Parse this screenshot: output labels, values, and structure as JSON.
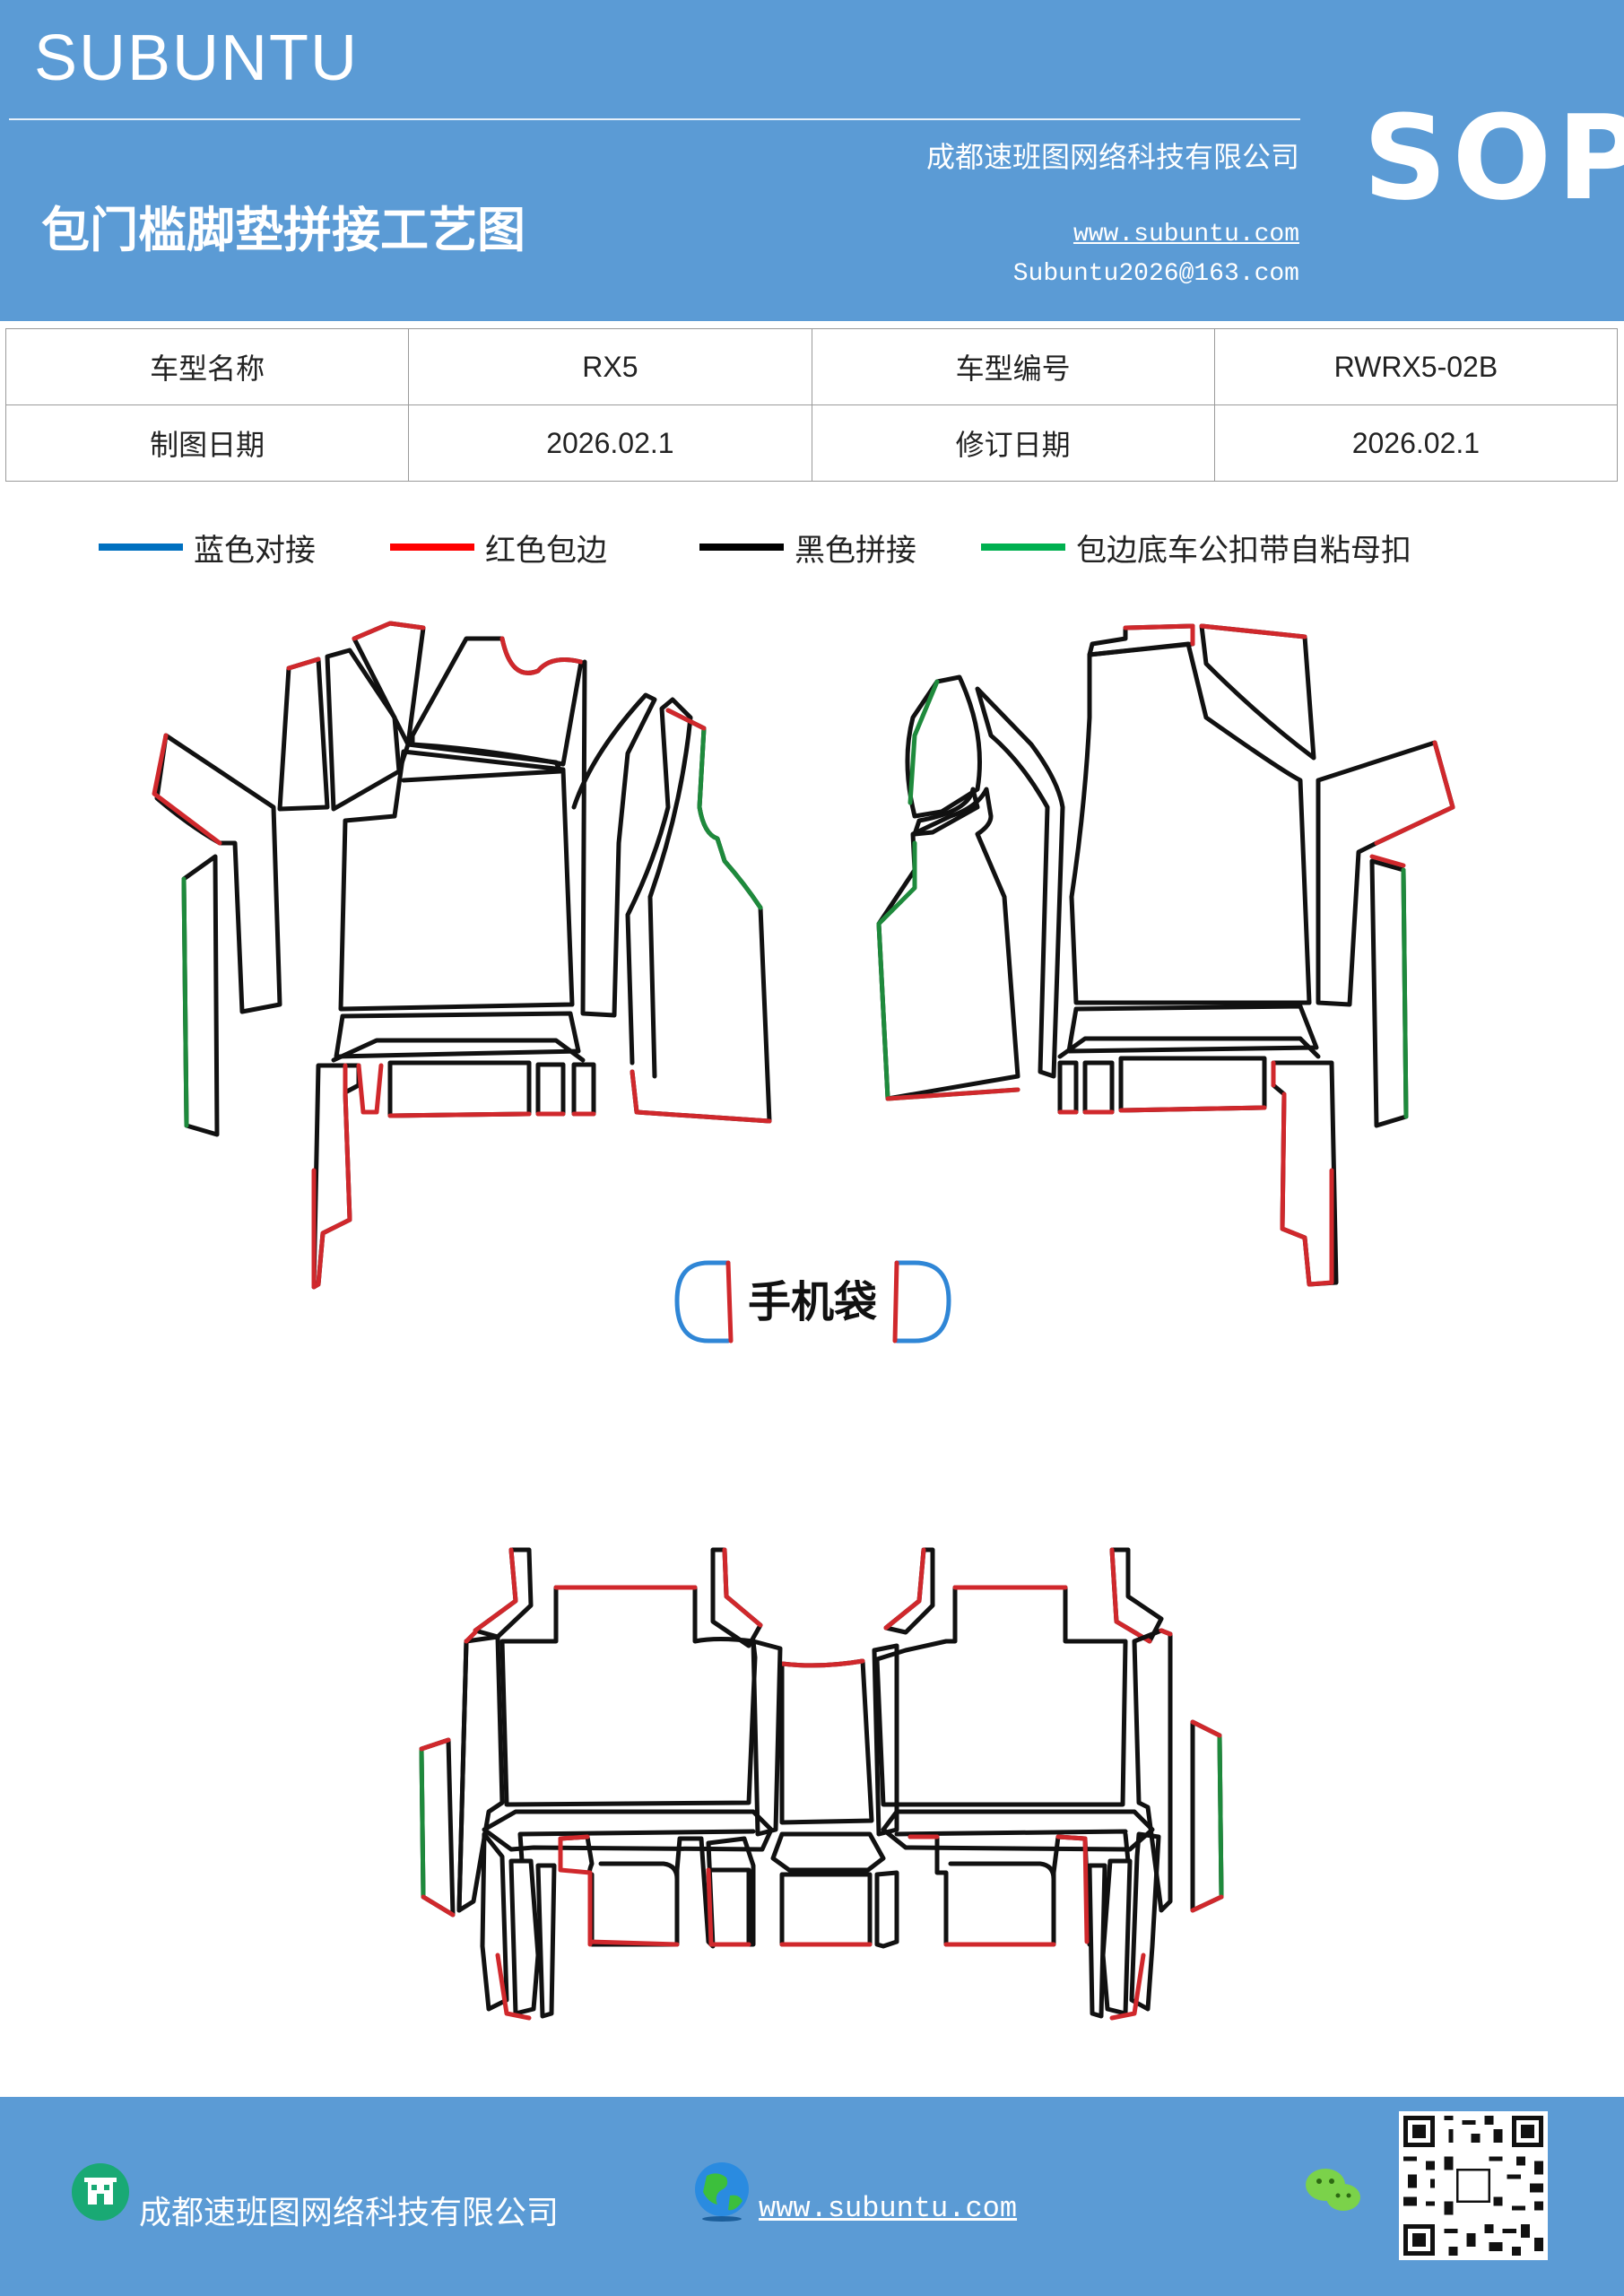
{
  "header": {
    "brand": "SUBUNTU",
    "company": "成都速班图网络科技有限公司",
    "title": "包门槛脚垫拼接工艺图",
    "website": "www.subuntu.com",
    "email": "Subuntu2026@163.com",
    "badge": "SOP"
  },
  "info_table": {
    "rows": [
      [
        "车型名称",
        "RX5",
        "车型编号",
        "RWRX5-02B"
      ],
      [
        "制图日期",
        "2026.02.1",
        "修订日期",
        "2026.02.1"
      ]
    ]
  },
  "legend": [
    {
      "label": "蓝色对接",
      "color": "#0070c0"
    },
    {
      "label": "红色包边",
      "color": "#ff0000"
    },
    {
      "label": "黑色拼接",
      "color": "#000000"
    },
    {
      "label": "包边底车公扣带自粘母扣",
      "color": "#00b050"
    }
  ],
  "diagram": {
    "phone_bag_label": "手机袋",
    "colors": {
      "black": "#111111",
      "red": "#d0282c",
      "green": "#1e8a3c",
      "blue": "#2f86d6"
    }
  },
  "footer": {
    "company": "成都速班图网络科技有限公司",
    "website": "www.subuntu.com",
    "icons": [
      "building-icon",
      "globe-icon",
      "wechat-icon",
      "qr-code"
    ]
  }
}
